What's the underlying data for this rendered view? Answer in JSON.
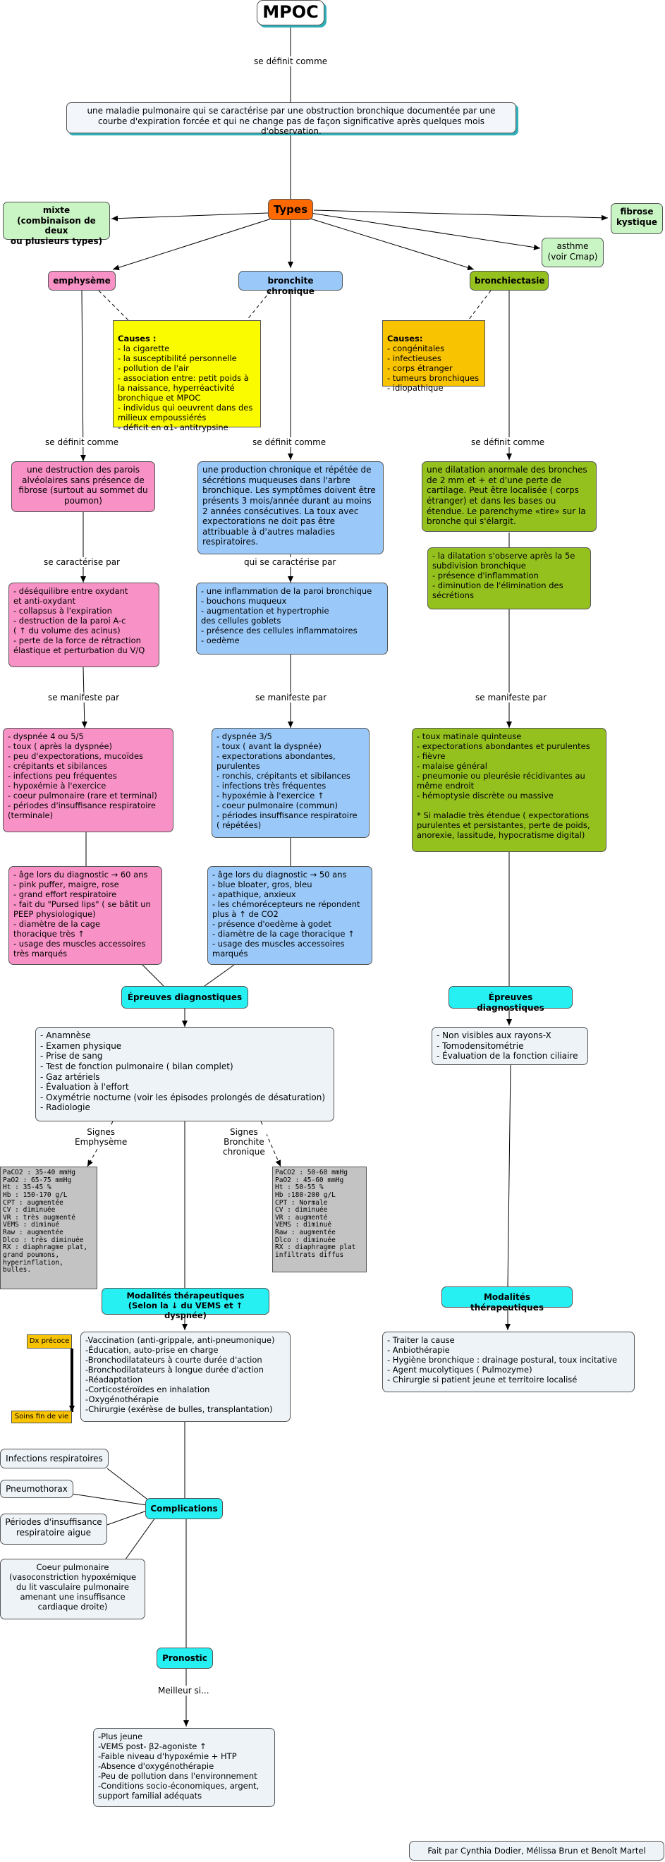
{
  "title": "MPOC",
  "labels": {
    "se_definit_1": "se définit comme",
    "se_definit_emph": "se définit comme",
    "se_definit_bronchite": "se définit comme",
    "se_definit_bronchiectasie": "se définit comme",
    "se_caracterise_emph": "se caractérise par",
    "se_caracterise_bronchite": "qui se caractérise par",
    "se_manifeste_emph": "se manifeste par",
    "se_manifeste_bronchite": "se manifeste par",
    "se_manifeste_bronchiectasie": "se manifeste par",
    "signes_emph": "Signes\nEmphysème",
    "signes_bronchite": "Signes\nBronchite\nchronique",
    "meilleur_si": "Meilleur si..."
  },
  "definition": "une maladie pulmonaire qui se caractérise par une obstruction bronchique documentée par une courbe d'expiration forcée et qui ne change pas de façon significative après quelques mois d'observation.",
  "types": "Types",
  "mixte": "mixte\n(combinaison de deux\nou plusieurs types)",
  "fibrose": "fibrose\nkystique",
  "asthme": "asthme\n(voir Cmap)",
  "emphyseme": "emphysème",
  "bronchite": "bronchite chronique",
  "bronchiectasie": "bronchiectasie",
  "causes_emph_title": "Causes :",
  "causes_emph": "- la cigarette\n- la susceptibilité personnelle\n- pollution de l'air\n- association entre: petit poids à\n   la naissance, hyperréactivité\n   bronchique et MPOC\n- individus qui oeuvrent dans des\n   milieux empoussiérés\n- déficit en α1- antitrypsine",
  "causes_bronchiect_title": "Causes:",
  "causes_bronchiect": "- congénitales\n- infectieuses\n- corps étranger\n- tumeurs bronchiques\n- idiopathique",
  "def_emph": "une destruction des parois alvéolaires sans présence de fibrose (surtout au sommet du poumon)",
  "def_bronchite": "une production chronique et répétée de sécrétions muqueuses dans l'arbre bronchique. Les symptômes doivent être présents 3 mois/année durant au moins 2 années consécutives. La toux avec expectorations ne doit pas être attribuable à d'autres maladies respiratoires.",
  "def_bronchiect": "une dilatation anormale des bronches de 2 mm et + et d'une perte de cartilage. Peut être localisée ( corps étranger) et dans les bases ou étendue. Le parenchyme «tire» sur la bronche qui s'élargit.",
  "bronchiect_detail": "- la dilatation s'observe après la 5e\n   subdivision bronchique\n- présence d'inflammation\n- diminution de l'élimination des\n   sécrétions",
  "caract_emph": "- déséquilibre entre oxydant\n   et anti-oxydant\n- collapsus à l'expiration\n- destruction de la paroi A-c\n   ( ↑ du volume des acinus)\n- perte de la force de rétraction\n   élastique et perturbation du V/Q",
  "caract_bronchite": "- une inflammation de la paroi bronchique\n- bouchons muqueux\n- augmentation et hypertrophie\n   des cellules goblets\n- présence des cellules inflammatoires\n- oedème",
  "manif_emph": "- dyspnée 4 ou 5/5\n- toux ( après la dyspnée)\n- peu d'expectorations, mucoïdes\n- crépitants et sibilances\n- infections peu fréquentes\n- hypoxémie à l'exercice\n- coeur pulmonaire (rare et terminal)\n- périodes d'insuffisance respiratoire\n   (terminale)",
  "manif_bronchite": "- dyspnée 3/5\n- toux ( avant la dyspnée)\n- expectorations abondantes,\n   purulentes\n- ronchis, crépitants et sibilances\n- infections très fréquentes\n- hypoxémie à l'exercice ↑\n- coeur pulmonaire (commun)\n- périodes insuffisance respiratoire\n   ( répétées)",
  "manif_bronchiect": "- toux matinale quinteuse\n- expectorations abondantes et purulentes\n- fièvre\n- malaise général\n- pneumonie ou pleurésie récidivantes au\n   même endroit\n- hémoptysie discrète ou massive\n\n* Si maladie très étendue ( expectorations\npurulentes et persistantes, perte de poids,\nanorexie, lassitude, hypocratisme digital)",
  "profil_emph": "- âge lors du diagnostic → 60 ans\n- pink puffer, maigre, rose\n- grand effort respiratoire\n- fait du \"Pursed lips\" ( se bâtit un\n   PEEP physiologique)\n- diamètre de la cage\nthoracique très ↑\n- usage des muscles accessoires\n   très marqués",
  "profil_bronchite": "- âge lors du diagnostic → 50 ans\n- blue bloater, gros, bleu\n- apathique, anxieux\n- les chémorécepteurs ne répondent\n   plus à ↑ de CO2\n- présence d'oedème à godet\n- diamètre de la cage thoracique ↑\n- usage des muscles accessoires\n   marqués",
  "epreuves_1": "Épreuves diagnostiques",
  "epreuves_2": "Épreuves diagnostiques",
  "epreuves_list": "- Anamnèse\n- Examen physique\n- Prise de sang\n- Test de fonction pulmonaire ( bilan complet)\n- Gaz artériels\n- Évaluation à l'effort\n- Oxymétrie nocturne (voir les épisodes prolongés de désaturation)\n- Radiologie",
  "epreuves_bronchiect": "- Non visibles aux rayons-X\n- Tomodensitométrie\n-  Évaluation de la fonction ciliaire",
  "labs_emph": "PaCO2 : 35-40 mmHg\nPaO2   : 65-75 mmHg\nHt       : 35-45 %\nHb       : 150-170 g/L\nCPT     : augmentée\nCV       : diminuée\nVR       : très augmenté\nVEMS  : diminué\nRaw    : augmentée\nDlco    : très diminuée\nRX       : diaphragme plat,\n               grand poumons,\n               hyperinflation,\n               bulles.",
  "labs_bronchite": "PaCO2 : 50-60 mmHg\nPaO2   : 45-60 mmHg\nHt       : 50-55 %\nHb       :180-200 g/L\nCPT     : Normale\nCV       : diminuée\nVR       : augmenté\nVEMS  : diminué\nRaw    : augmentée\nDlco    : diminuée\nRX       : diaphragme plat\n              infiltrats diffus",
  "modalites_1": "Modalités thérapeutiques\n(Selon la ↓  du VEMS et  ↑  dyspnée)",
  "modalites_2": "Modalités thérapeutiques",
  "traitement_list": "-Vaccination (anti-grippale, anti-pneumonique)\n-Éducation, auto-prise en charge\n-Bronchodilatateurs à courte durée d'action\n-Bronchodilatateurs à longue durée d'action\n-Réadaptation\n-Corticostéroïdes en inhalation\n-Oxygénothérapie\n-Chirurgie (exérèse de bulles, transplantation)",
  "traitement_bronchiect": "- Traiter la cause\n- Anbiothérapie\n- Hygiène bronchique : drainage postural, toux incitative\n- Agent mucolytiques ( Pulmozyme)\n- Chirurgie si patient jeune et territoire localisé",
  "dx_precoce": "Dx précoce",
  "soins_fin": "Soins fin de vie",
  "complications": "Complications",
  "comp_infections": "Infections respiratoires",
  "comp_pneumothorax": "Pneumothorax",
  "comp_periodes": "Périodes d'insuffisance\nrespiratoire aigue",
  "comp_coeur": "Coeur pulmonaire\n(vasoconstriction hypoxémique\ndu lit vasculaire pulmonaire\namenant une insuffisance\ncardiaque droite)",
  "pronostic": "Pronostic",
  "pronostic_list": "-Plus jeune\n-VEMS post- β2-agoniste ↑\n-Faible niveau d'hypoxémie + HTP\n-Absence d'oxygénothérapie\n-Peu de pollution dans l'environnement\n-Conditions socio-économiques, argent,\nsupport familial adéquats",
  "credits": "Fait par Cynthia Dodier, Mélissa Brun et Benoît Martel"
}
